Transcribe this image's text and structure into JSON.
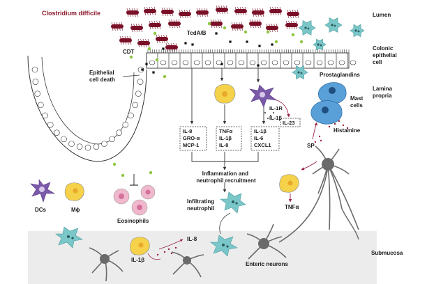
{
  "title": "Clostridium difficile",
  "regions": {
    "lumen": "Lumen",
    "epithelial": [
      "Colonic",
      "epithelial",
      "cell"
    ],
    "lamina": [
      "Lamina",
      "propria"
    ],
    "submucosa": "Submucosa"
  },
  "labels": {
    "tcdab": "TcdA/B",
    "cdt": "CDT",
    "cell_death": [
      "Epithelial",
      "cell death"
    ],
    "dcs": "DCs",
    "mphi": "Mϕ",
    "eosinophils": "Eosinophils",
    "prostaglandins": "Prostaglandins",
    "mast_cells": [
      "Mast",
      "cells"
    ],
    "histamine": "Histamine",
    "sp": "SP",
    "tnfa": "TNFα",
    "il1r": "IL-1R",
    "il1b_small": "IL-1β",
    "il23": "IL-23",
    "inflammation": [
      "Inflammation and",
      "neutrophil recruitment"
    ],
    "infiltrating": [
      "Infiltrating",
      "neutrophil"
    ],
    "il1b": "IL-1β",
    "il8": "IL-8",
    "enteric": "Enteric neurons"
  },
  "boxes": [
    {
      "lines": [
        "IL-8",
        "GRO-α",
        "MCP-1"
      ]
    },
    {
      "lines": [
        "TNFα",
        "IL-1β",
        "IL-8"
      ]
    },
    {
      "lines": [
        "IL-1β",
        "IL-6",
        "CXCL1"
      ]
    }
  ],
  "colors": {
    "bacteria": "#7a1028",
    "title": "#8b1a2b",
    "mast": "#5aa0d8",
    "macrophage": "#f5d24a",
    "dc": "#7a5aa8",
    "eosinophil": "#f0b8cc",
    "neutrophil": "#7ac6c8",
    "neuron": "#6a6a6a",
    "submucosa_bg": "#ececec",
    "toxin_green": "#8ec63f",
    "arrow_red": "#9b2040"
  }
}
